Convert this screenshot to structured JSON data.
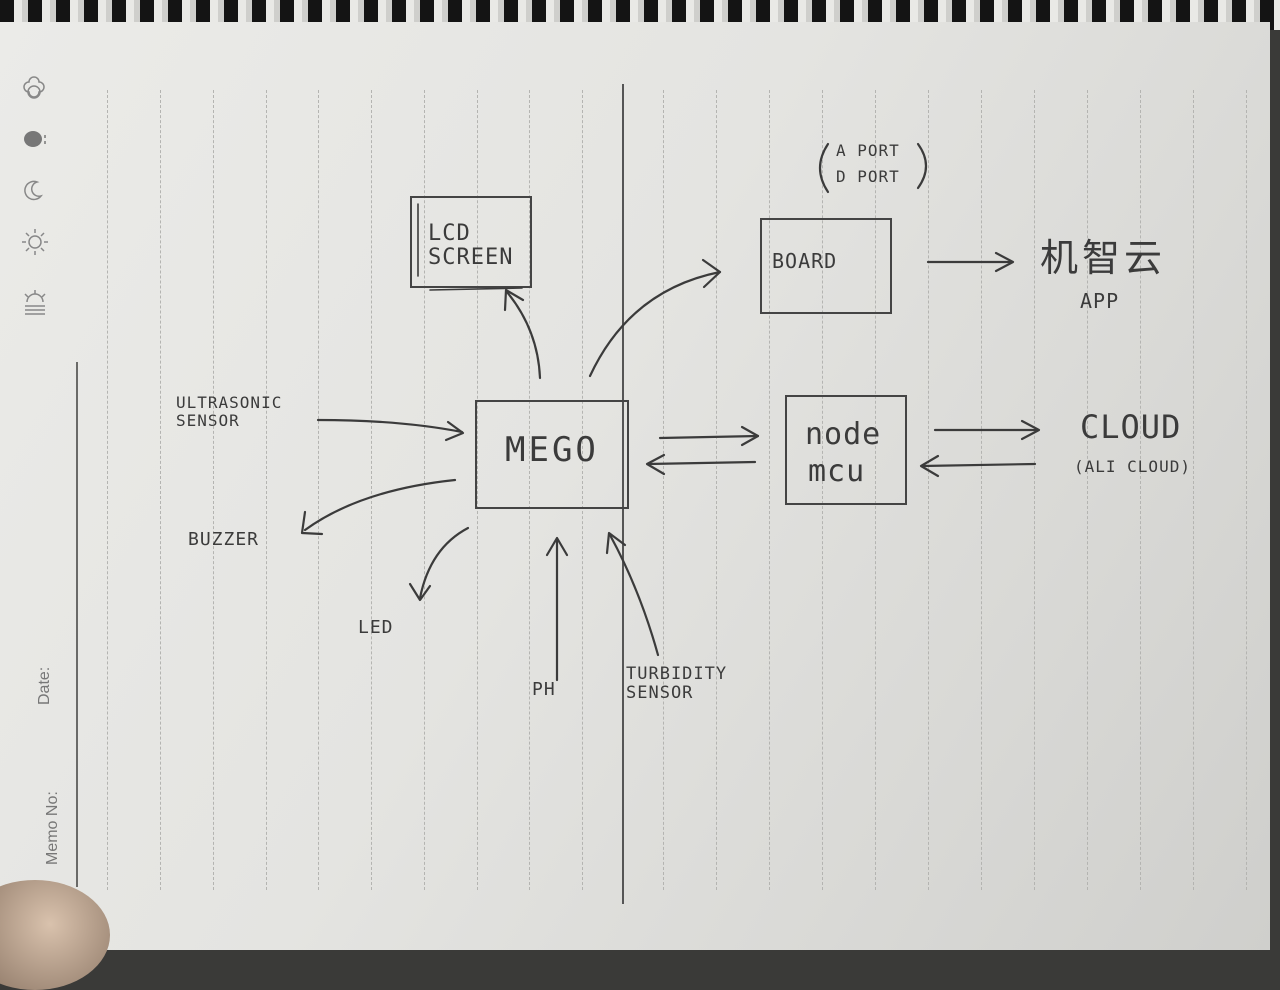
{
  "notebook": {
    "date_label": "Date:",
    "memo_label": "Memo No:"
  },
  "diagram": {
    "nodes": {
      "lcd": "LCD SCREEN",
      "board": "BOARD",
      "mego": "MEGO",
      "nodemcu_line1": "node",
      "nodemcu_line2": "mcu",
      "ports_line1": "A PORT",
      "ports_line2": "D PORT",
      "app_cn": "机智云",
      "app": "APP",
      "cloud": "CLOUD",
      "cloud_sub": "(ALI CLOUD)",
      "ultrasonic": "ULTRASONIC SENSOR",
      "buzzer": "BUZZER",
      "led": "LED",
      "ph": "PH",
      "turbidity": "TURBIDITY SENSOR"
    }
  },
  "colors": {
    "ink": "#3b3b3b",
    "paper": "#e6e6e3",
    "rule": "#b4b4b1"
  },
  "icons": [
    "cloud-icon",
    "cloud-rain-icon",
    "moon-icon",
    "sun-icon",
    "sun-haze-icon"
  ]
}
